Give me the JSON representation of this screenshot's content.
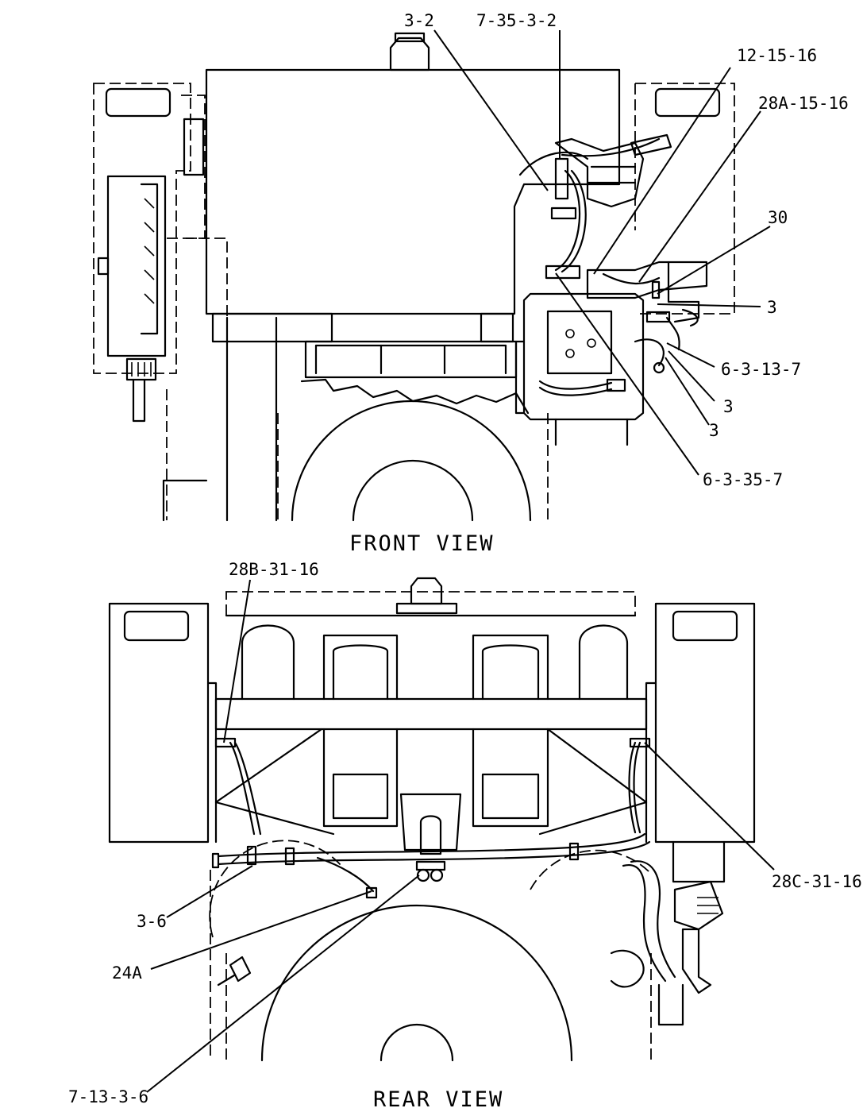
{
  "views": {
    "front": {
      "title": "FRONT VIEW"
    },
    "rear": {
      "title": "REAR VIEW"
    }
  },
  "callouts": {
    "c_3_2": "3-2",
    "c_7_35_3_2": "7-35-3-2",
    "c_12_15_16": "12-15-16",
    "c_28A_15_16": "28A-15-16",
    "c_30": "30",
    "c_3_a": "3",
    "c_6_3_13_7": "6-3-13-7",
    "c_3_b": "3",
    "c_3_c": "3",
    "c_6_3_35_7": "6-3-35-7",
    "c_28B_31_16": "28B-31-16",
    "c_28C_31_16": "28C-31-16",
    "c_3_6": "3-6",
    "c_24A": "24A",
    "c_7_13_3_6": "7-13-3-6"
  }
}
